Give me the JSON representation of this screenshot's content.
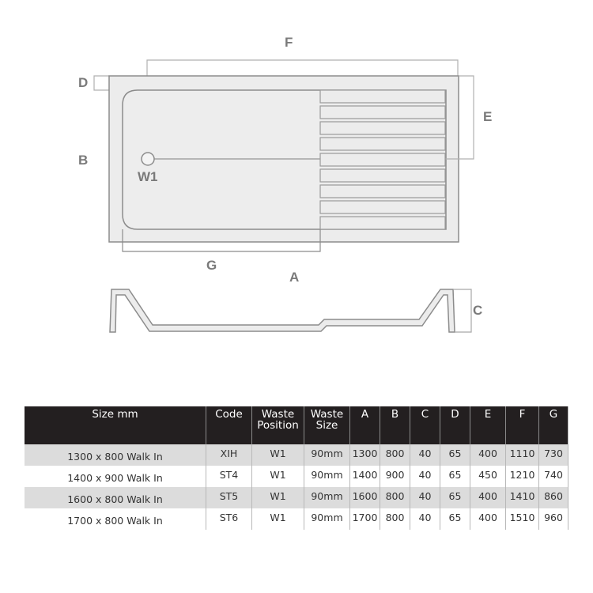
{
  "diagram": {
    "labels": {
      "a": "A",
      "b": "B",
      "c": "C",
      "d": "D",
      "e": "E",
      "f": "F",
      "g": "G",
      "waste": "W1"
    },
    "colors": {
      "tray_fill": "#ececec",
      "outline": "#8c8c8c",
      "dim_line": "#a8a8a8",
      "label": "#7a7a7a"
    }
  },
  "table": {
    "headers": {
      "size": "Size mm",
      "code": "Code",
      "waste_position_1": "Waste",
      "waste_position_2": "Position",
      "waste_size_1": "Waste",
      "waste_size_2": "Size",
      "a": "A",
      "b": "B",
      "c": "C",
      "d": "D",
      "e": "E",
      "f": "F",
      "g": "G"
    },
    "rows": [
      {
        "size": "1300 x 800 Walk In",
        "code": "XIH",
        "waste_position": "W1",
        "waste_size": "90mm",
        "a": "1300",
        "b": "800",
        "c": "40",
        "d": "65",
        "e": "400",
        "f": "1110",
        "g": "730"
      },
      {
        "size": "1400 x 900 Walk In",
        "code": "ST4",
        "waste_position": "W1",
        "waste_size": "90mm",
        "a": "1400",
        "b": "900",
        "c": "40",
        "d": "65",
        "e": "450",
        "f": "1210",
        "g": "740"
      },
      {
        "size": "1600 x 800 Walk In",
        "code": "ST5",
        "waste_position": "W1",
        "waste_size": "90mm",
        "a": "1600",
        "b": "800",
        "c": "40",
        "d": "65",
        "e": "400",
        "f": "1410",
        "g": "860"
      },
      {
        "size": "1700 x 800 Walk In",
        "code": "ST6",
        "waste_position": "W1",
        "waste_size": "90mm",
        "a": "1700",
        "b": "800",
        "c": "40",
        "d": "65",
        "e": "400",
        "f": "1510",
        "g": "960"
      }
    ],
    "colors": {
      "header_bg": "#231f20",
      "header_text": "#ffffff",
      "row_shade": "#dcdcdc",
      "row_plain": "#ffffff"
    }
  }
}
